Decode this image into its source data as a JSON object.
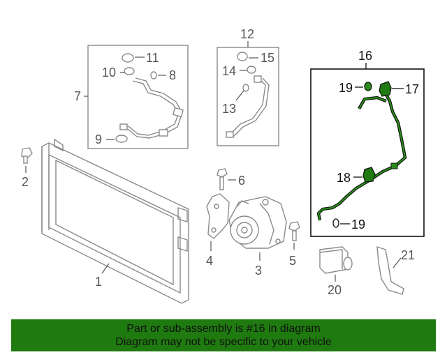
{
  "callouts": {
    "c1": "1",
    "c2": "2",
    "c3": "3",
    "c4": "4",
    "c5": "5",
    "c6": "6",
    "c7": "7",
    "c8": "8",
    "c9": "9",
    "c10": "10",
    "c11": "11",
    "c12": "12",
    "c13": "13",
    "c14": "14",
    "c15": "15",
    "c16": "16",
    "c17": "17",
    "c18": "18",
    "c19a": "19",
    "c19b": "19",
    "c20": "20",
    "c21": "21"
  },
  "banner": {
    "line1": "Part or sub-assembly is #16 in diagram",
    "line2": "Diagram may not be specific to your vehicle"
  },
  "colors": {
    "banner_bg": "#1f7a0f",
    "highlight_part": "#1f7a0f",
    "part_line": "#8a8a8a",
    "callout_text": "#555555"
  }
}
